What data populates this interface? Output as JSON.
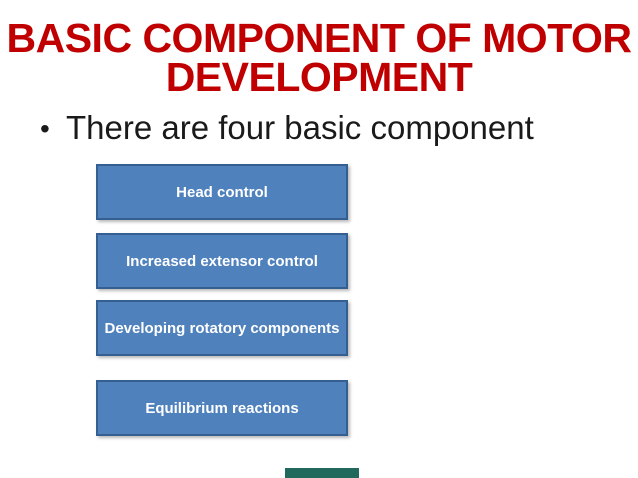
{
  "slide": {
    "title_line1": "BASIC COMPONENT OF MOTOR",
    "title_line2": "DEVELOPMENT",
    "bullet_marker": "•",
    "bullet_text": "There are four basic component",
    "boxes": [
      {
        "label": "Head control"
      },
      {
        "label": "Increased extensor control"
      },
      {
        "label": "Developing rotatory components"
      },
      {
        "label": "Equilibrium reactions"
      }
    ],
    "colors": {
      "title": "#c00000",
      "body_text": "#1a1a1a",
      "box_fill": "#4f81bd",
      "box_border": "#365f91",
      "box_text": "#ffffff",
      "footer_bar": "#20695c",
      "background": "#ffffff"
    }
  }
}
